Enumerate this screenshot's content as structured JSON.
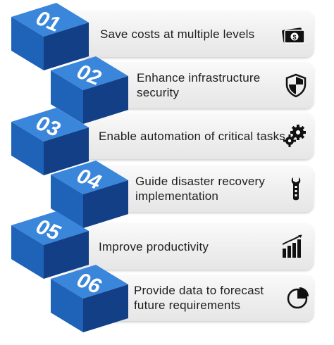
{
  "colors": {
    "cube_top": "#3a86db",
    "cube_front": "#1f63b8",
    "cube_side": "#123f86",
    "text": "#1e1e1e",
    "icon": "#111111"
  },
  "steps": [
    {
      "number": "01",
      "text": "Save costs at multiple levels",
      "icon": "money-icon"
    },
    {
      "number": "02",
      "text": "Enhance infrastructure security",
      "icon": "shield-icon"
    },
    {
      "number": "03",
      "text": "Enable automation of critical tasks",
      "icon": "gears-icon"
    },
    {
      "number": "04",
      "text": "Guide disaster recovery implementation",
      "icon": "wrench-icon"
    },
    {
      "number": "05",
      "text": "Improve productivity",
      "icon": "bar-chart-icon"
    },
    {
      "number": "06",
      "text": "Provide data to forecast future requirements",
      "icon": "pie-chart-icon"
    }
  ]
}
